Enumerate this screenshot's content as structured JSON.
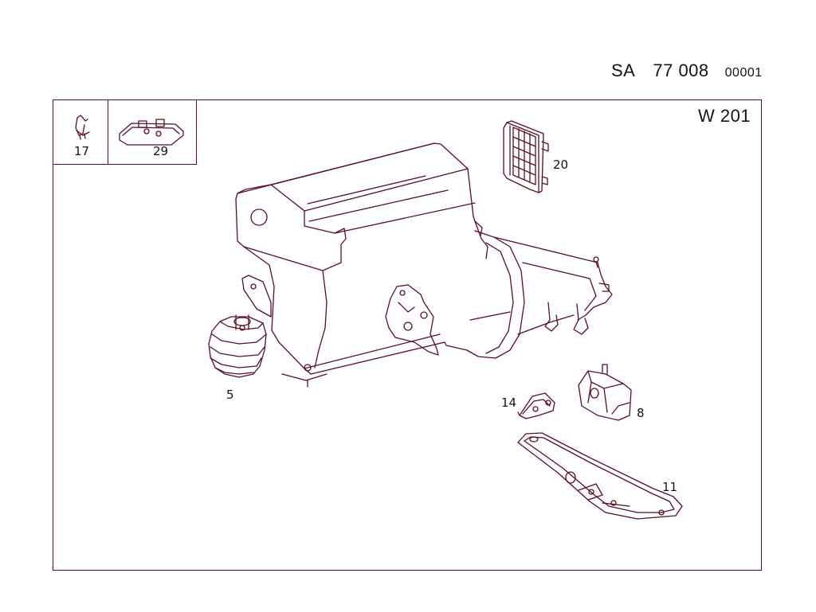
{
  "header": {
    "group": "SA",
    "number": "77 008",
    "sheet": "00001"
  },
  "model": "W 201",
  "callouts": {
    "c5": "5",
    "c8": "8",
    "c11": "11",
    "c14": "14",
    "c17": "17",
    "c20": "20",
    "c29": "29"
  },
  "colors": {
    "line": "#5a0f1c",
    "text": "#141414"
  }
}
